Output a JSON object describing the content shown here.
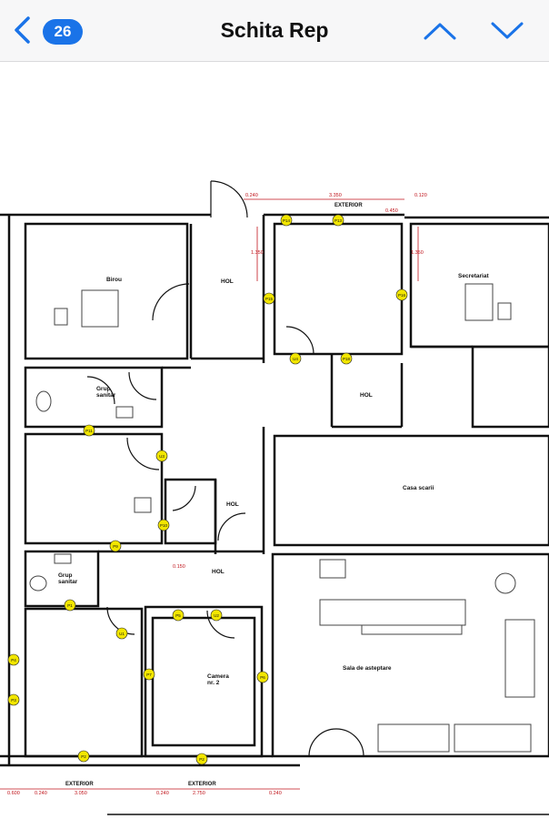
{
  "header": {
    "back_icon": "chevron-left-icon",
    "count": "26",
    "title": "Schita Rep",
    "up_icon": "chevron-up-icon",
    "down_icon": "chevron-down-icon",
    "accent": "#1a73e8"
  },
  "plan": {
    "rooms": {
      "birou": "Birou",
      "hol_1": "HOL",
      "secretariat": "Secretariat",
      "hol_2": "HOL",
      "grup_sanitar_1": "Grup\nsanitar",
      "casa_scarii": "Casa scarii",
      "hol_3": "HOL",
      "hol_4": "HOL",
      "grup_sanitar_2": "Grup\nsanitar",
      "camera_2": "Camera\nnr. 2",
      "sala_asteptare": "Sala de asteptare"
    },
    "exterior_labels": [
      "EXTERIOR",
      "EXTERIOR",
      "EXTERIOR"
    ],
    "dimensions": [
      "0.240",
      "3.350",
      "0.120",
      "0.450",
      "1.350",
      "1.350",
      "0.150",
      "0.240",
      "3.050",
      "0.240",
      "2.750",
      "0.240",
      "0.600"
    ],
    "markers": [
      "P14",
      "P13",
      "P15",
      "P16",
      "U4",
      "P18",
      "P11",
      "U3",
      "P10",
      "P9",
      "P1",
      "U1",
      "P5",
      "U2",
      "P6",
      "P2",
      "P4",
      "P3",
      "P2",
      "P7"
    ],
    "marker_color": "#f2e600"
  }
}
